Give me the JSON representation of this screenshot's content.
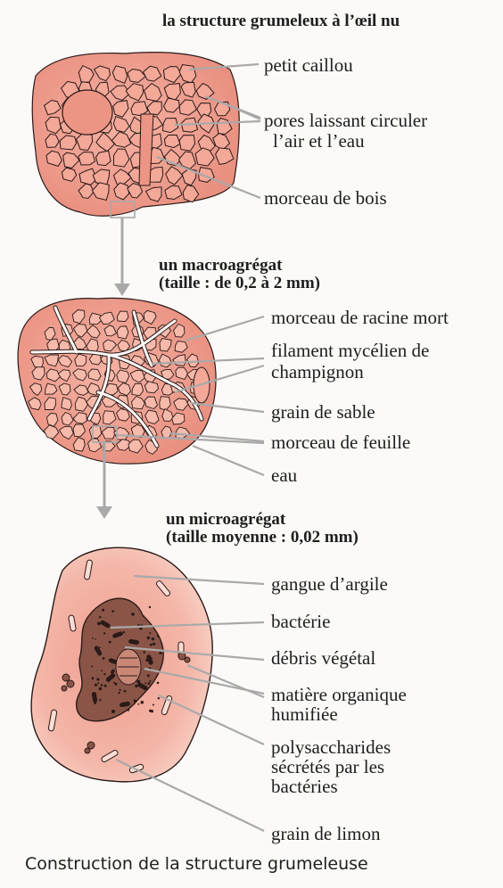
{
  "titles": {
    "top": "la structure grumeleux à l’œil nu",
    "macro_line1": "un macroagrégat",
    "macro_line2": "(taille : de 0,2 à 2 mm)",
    "micro_line1": "un microagrégat",
    "micro_line2": "(taille moyenne : 0,02 mm)"
  },
  "labels": {
    "top": {
      "pebble": "petit caillou",
      "pores_l1": "pores laissant circuler",
      "pores_l2": "l’air et l’eau",
      "wood": "morceau de bois"
    },
    "macro": {
      "root": "morceau de racine mort",
      "fungus_l1": "filament mycélien de",
      "fungus_l2": "champignon",
      "sand": "grain de sable",
      "leaf": "morceau de feuille",
      "water": "eau"
    },
    "micro": {
      "clay": "gangue d’argile",
      "bacteria": "bactérie",
      "debris": "débris végétal",
      "humus_l1": "matière organique",
      "humus_l2": "humifiée",
      "poly_l1": "polysaccharides",
      "poly_l2": "sécrétés par les",
      "poly_l3": "bactéries",
      "silt": "grain de limon"
    }
  },
  "caption": "Construction de la structure grumeleuse",
  "colors": {
    "fill": "#f0a596",
    "fill_light": "#f8cfc3",
    "outline": "#2a1a18",
    "leader": "#a9a9a9",
    "humus": "#8a5547"
  }
}
